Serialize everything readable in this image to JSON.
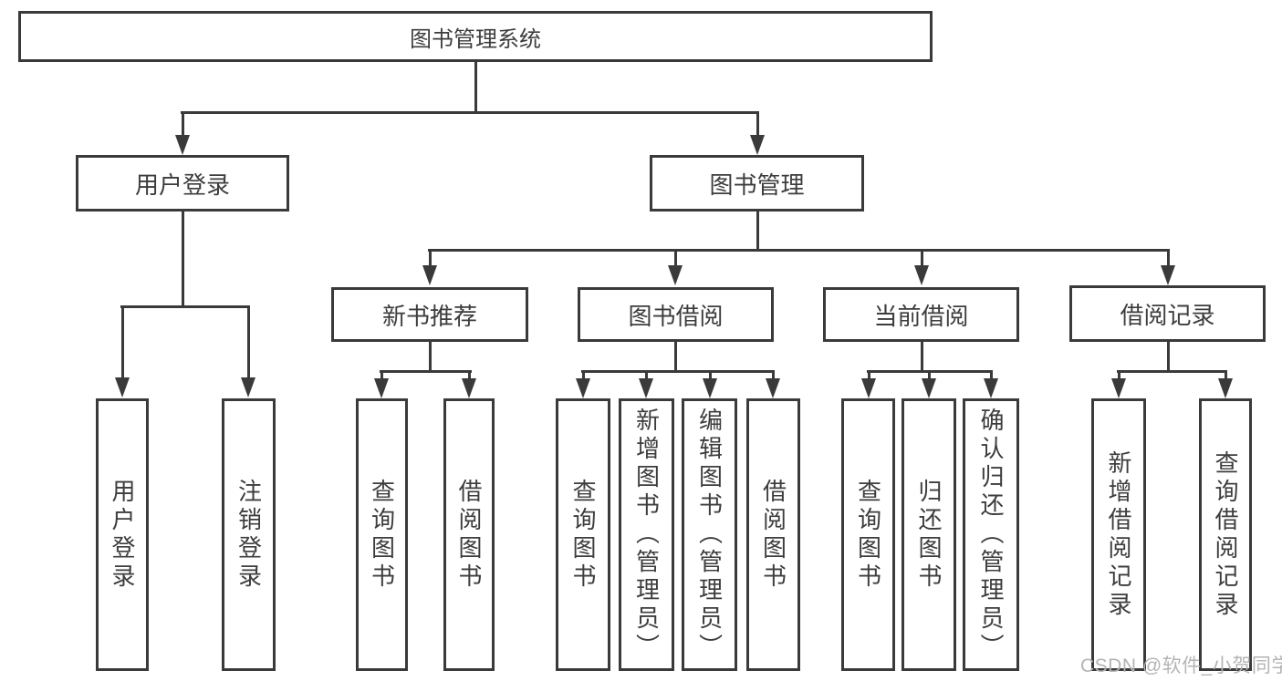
{
  "nodes": {
    "root": "图书管理系统",
    "user_login": "用户登录",
    "book_mgmt": "图书管理",
    "new_book_rec": "新书推荐",
    "book_borrow": "图书借阅",
    "current_borrow": "当前借阅",
    "borrow_records": "借阅记录",
    "leaf_user_login": "用户登录",
    "leaf_logout": "注销登录",
    "leaf_nb_query_books": "查询图书",
    "leaf_nb_borrow_books": "借阅图书",
    "leaf_bb_query_books": "查询图书",
    "leaf_bb_add_books": "新增图书（管理员）",
    "leaf_bb_edit_books": "编辑图书（管理员）",
    "leaf_bb_borrow_books": "借阅图书",
    "leaf_cb_query_books": "查询图书",
    "leaf_cb_return_books": "归还图书",
    "leaf_cb_confirm_return": "确认归还（管理员）",
    "leaf_br_add_record": "新增借阅记录",
    "leaf_br_query_record": "查询借阅记录"
  },
  "watermark": {
    "text": "CSDN @软件_小贺同学",
    "color": "#b4b4b4"
  },
  "colors": {
    "line": "#3a3a3a",
    "text": "#3d3d3d",
    "background": "#ffffff"
  }
}
